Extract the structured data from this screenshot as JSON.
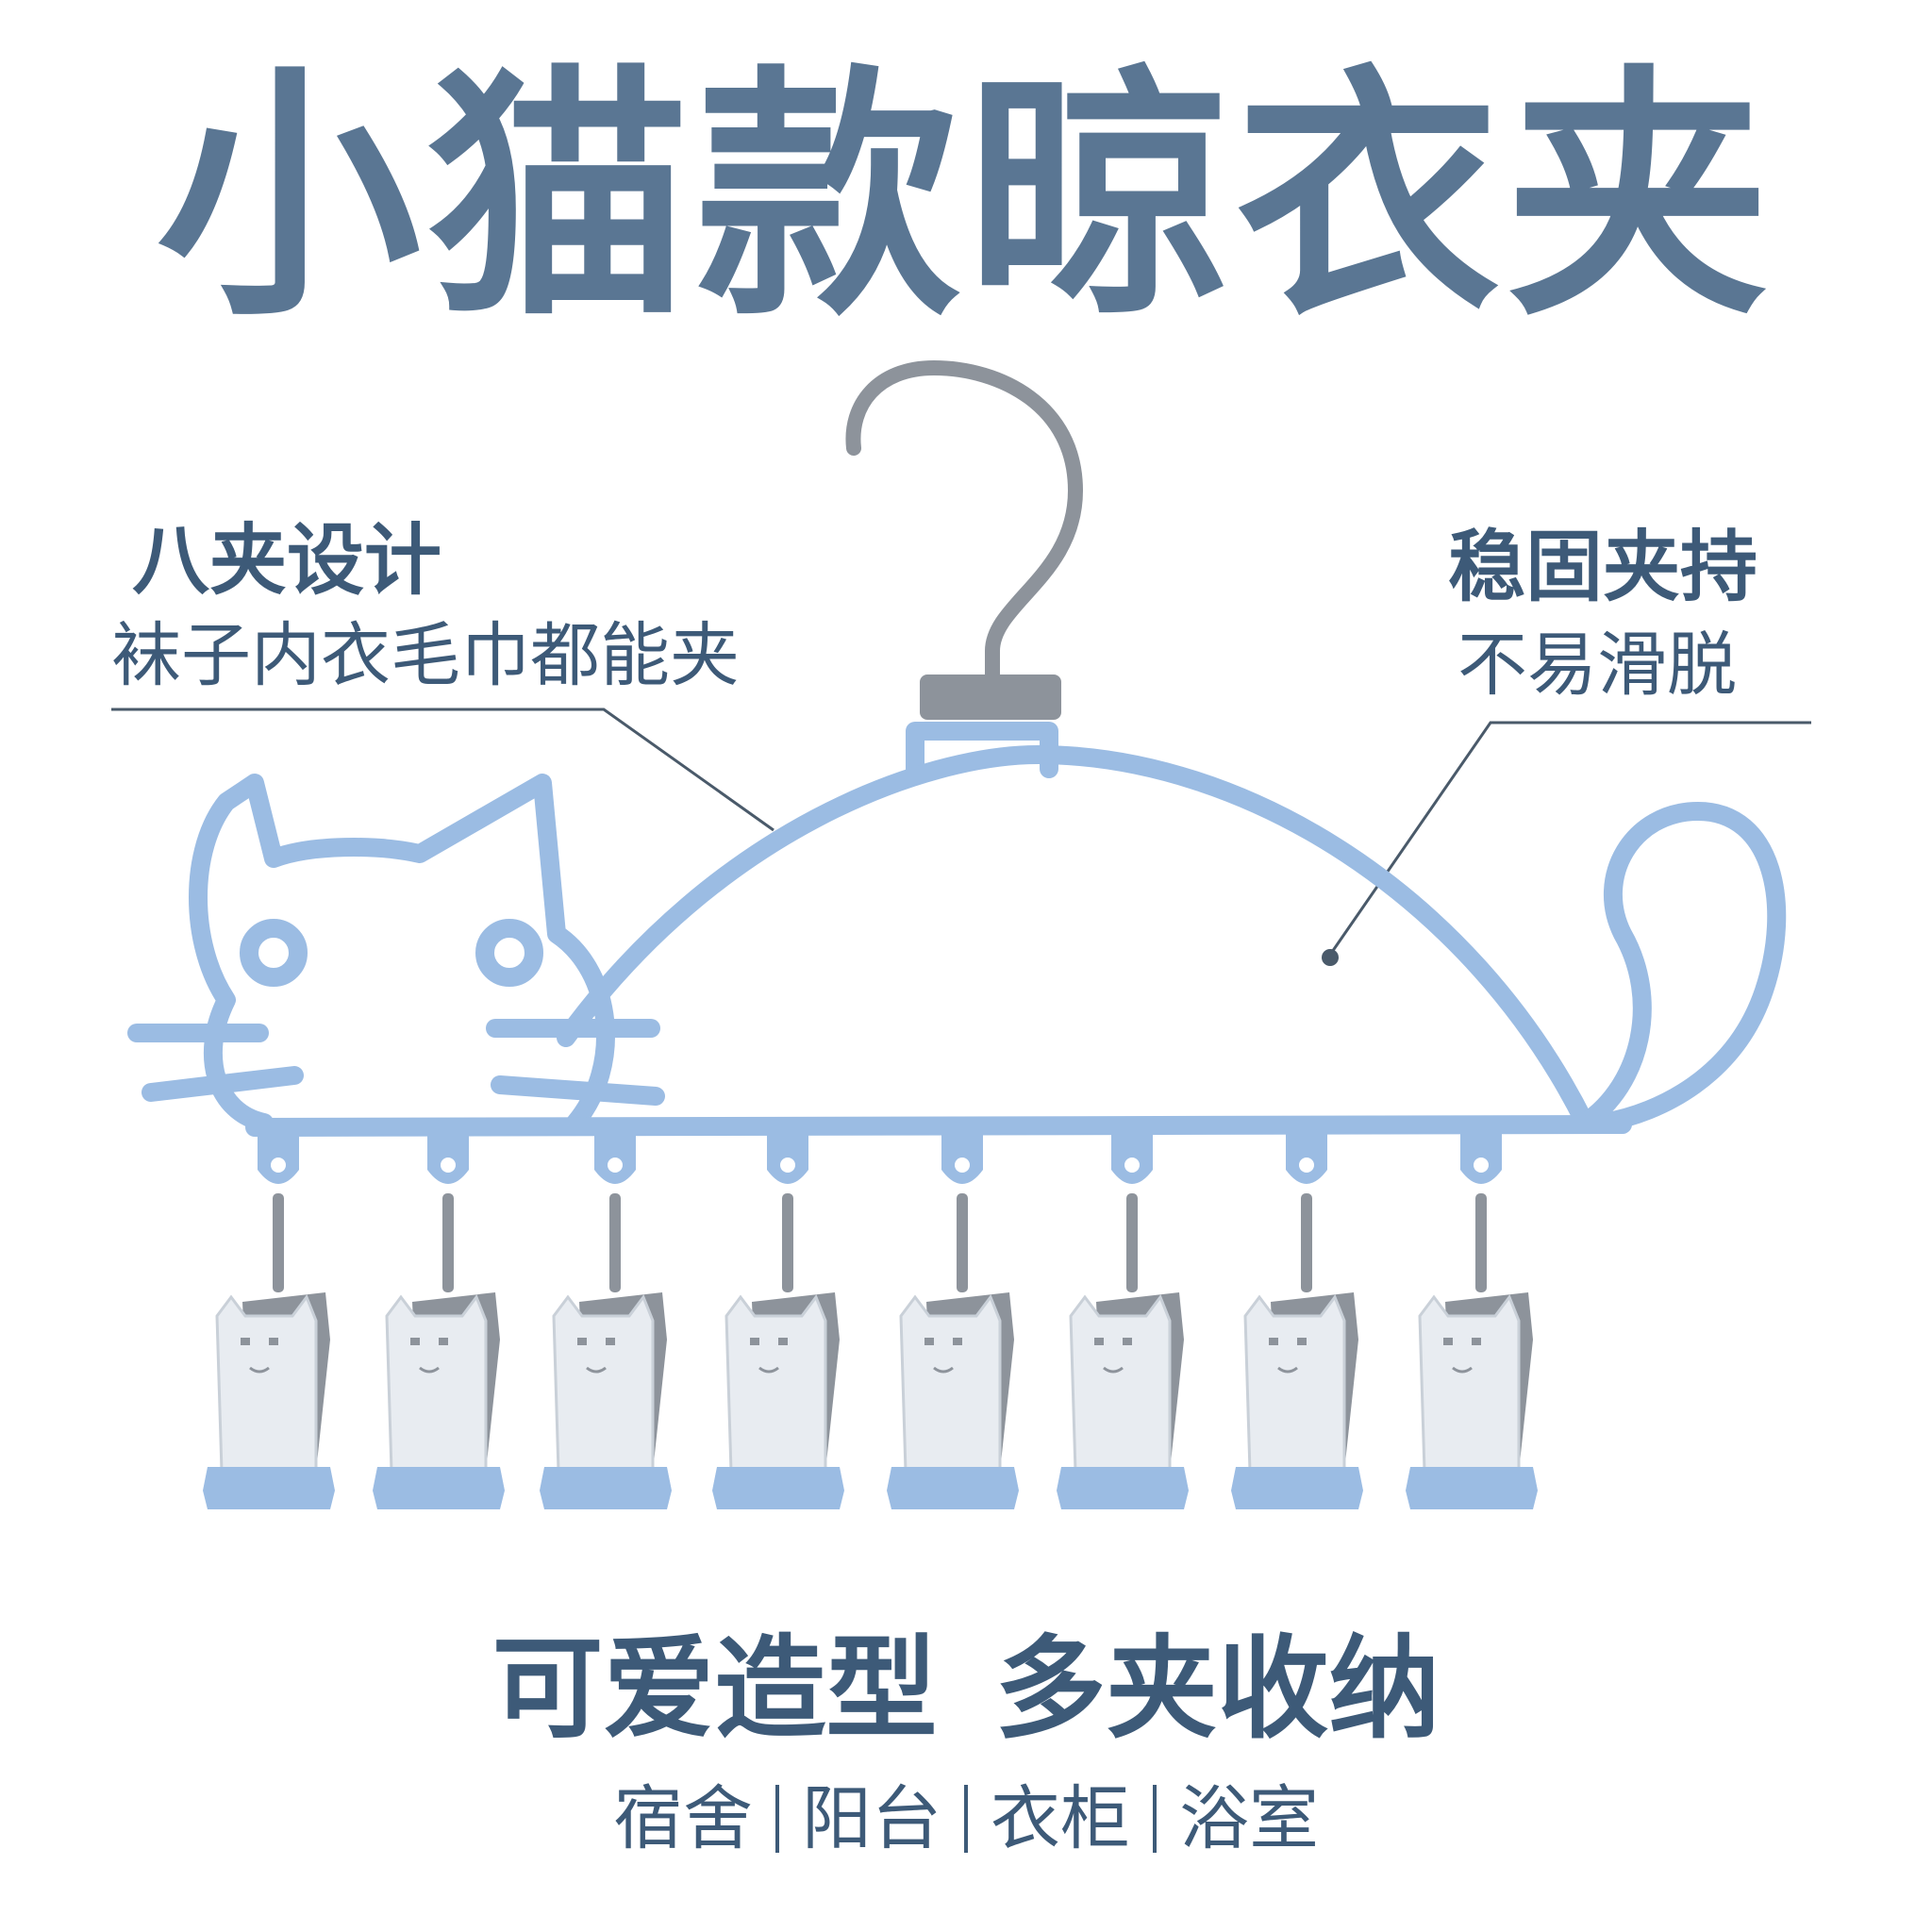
{
  "title": "小猫款晾衣夹",
  "features": {
    "left": {
      "title": "八夹设计",
      "subtitle": "袜子内衣毛巾都能夹"
    },
    "right": {
      "title": "稳固夹持",
      "subtitle": "不易滑脱"
    }
  },
  "slogan": "可爱造型 多夹收纳",
  "scenes": [
    "宿舍",
    "阳台",
    "衣柜",
    "浴室"
  ],
  "colors": {
    "title": "#5a7693",
    "text_dark": "#3d5a78",
    "hanger_blue": "#9bbce3",
    "hanger_stroke": "#7fa3cf",
    "clip_white": "#e8ecf1",
    "steel": "#8d939b",
    "line": "#4a5a6a"
  },
  "icons": [
    "cat-hanger-image",
    "hook-icon",
    "clip-icon"
  ]
}
